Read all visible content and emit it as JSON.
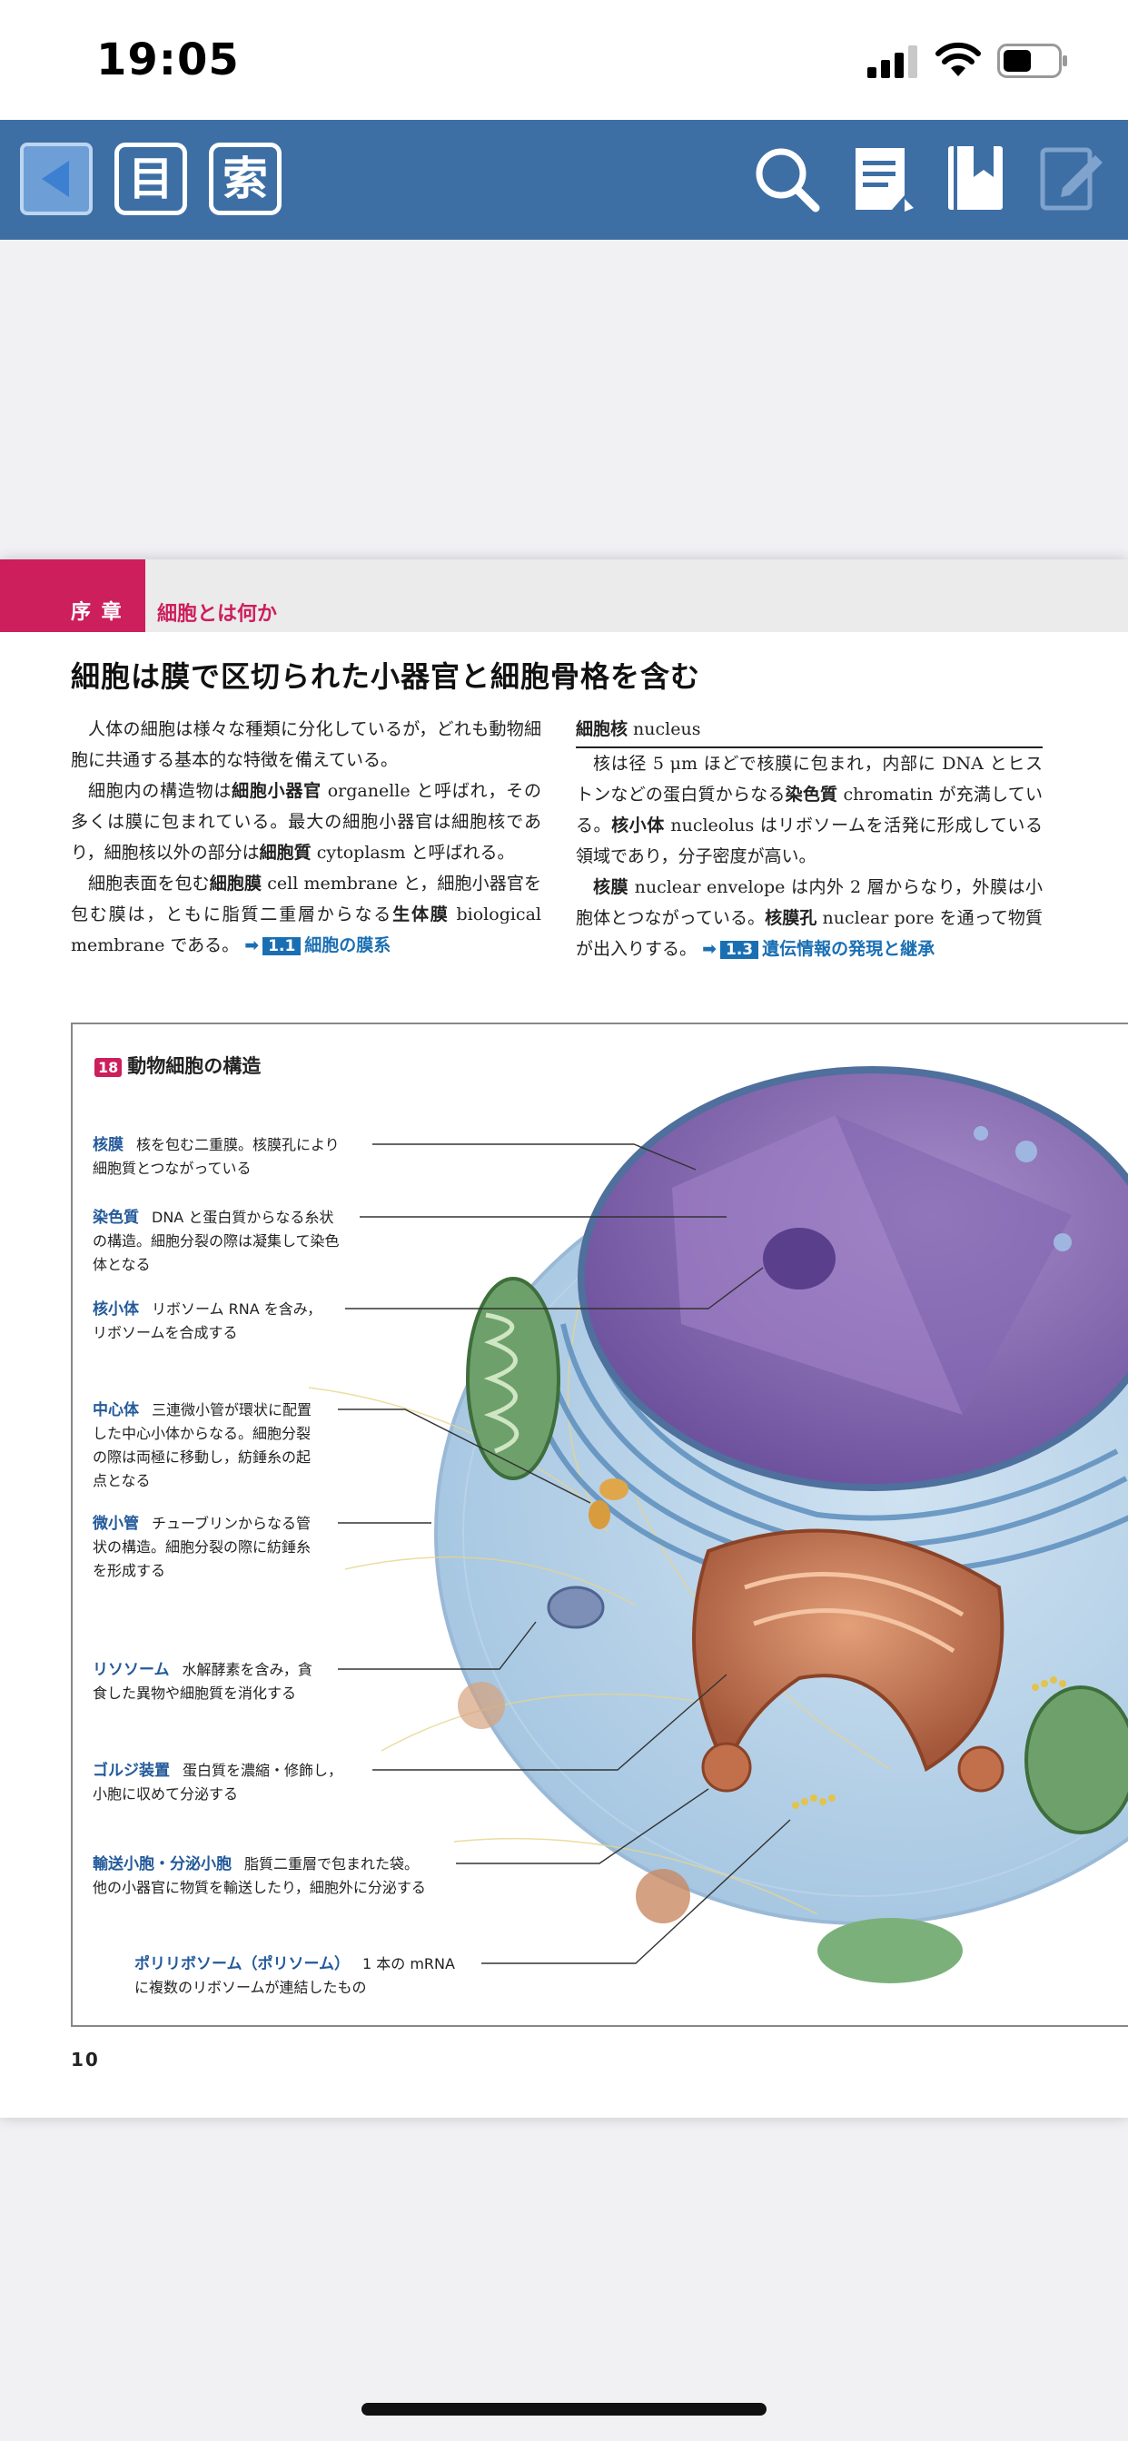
{
  "status_bar": {
    "time": "19:05"
  },
  "toolbar": {
    "back_icon": "back-triangle-icon",
    "toc_label": "目",
    "index_label": "索",
    "icons": [
      "search-icon",
      "memo-icon",
      "bookmark-icon",
      "annotate-icon"
    ]
  },
  "page": {
    "chapter_label": "序 章",
    "chapter_title": "細胞とは何か",
    "heading": "細胞は膜で区切られた小器官と細胞骨格を含む",
    "left_column": {
      "p1": "人体の細胞は様々な種類に分化しているが，どれも動物細胞に共通する基本的な特徴を備えている。",
      "p2_a": "細胞内の構造物は",
      "p2_term": "細胞小器官",
      "p2_b": " organelle と呼ばれ，その多くは膜に包まれている。最大の細胞小器官は細胞核であり，細胞核以外の部分は",
      "p2_term2": "細胞質",
      "p2_c": " cytoplasm と呼ばれる。",
      "p3_a": "細胞表面を包む",
      "p3_term": "細胞膜",
      "p3_b": " cell membrane と，細胞小器官を包む膜は，ともに脂質二重層からなる",
      "p3_term2": "生体膜",
      "p3_c": " biological membrane である。",
      "xref_arrow": "➡",
      "xref_num": "1.1",
      "xref_text": "細胞の膜系"
    },
    "right_column": {
      "subhead": "細胞核",
      "subhead_en": " nucleus",
      "p1_a": "核は径 5 μm ほどで核膜に包まれ，内部に DNA とヒストンなどの蛋白質からなる",
      "p1_term": "染色質",
      "p1_b": " chromatin が充満している。",
      "p1_term2": "核小体",
      "p1_c": " nucleolus はリボソームを活発に形成している領域であり，分子密度が高い。",
      "p2_term": "核膜",
      "p2_a": " nuclear envelope は内外 2 層からなり，外膜は小胞体とつながっている。",
      "p2_term2": "核膜孔",
      "p2_b": " nuclear pore を通って物質が出入りする。",
      "xref_arrow": "➡",
      "xref_num": "1.3",
      "xref_text": "遺伝情報の発現と継承"
    },
    "figure": {
      "number": "18",
      "title": "動物細胞の構造",
      "callouts": [
        {
          "term": "核膜",
          "line1": "核を包む二重膜。核膜孔により",
          "line2": "細胞質とつながっている",
          "line3": ""
        },
        {
          "term": "染色質",
          "line1": "DNA と蛋白質からなる糸状",
          "line2": "の構造。細胞分裂の際は凝集して染色",
          "line3": "体となる"
        },
        {
          "term": "核小体",
          "line1": "リボソーム RNA を含み，",
          "line2": "リボソームを合成する",
          "line3": ""
        },
        {
          "term": "中心体",
          "line1": "三連微小管が環状に配置",
          "line2": "した中心小体からなる。細胞分裂",
          "line3": "の際は両極に移動し，紡錘糸の起",
          "line4": "点となる"
        },
        {
          "term": "微小管",
          "line1": "チューブリンからなる管",
          "line2": "状の構造。細胞分裂の際に紡錘糸",
          "line3": "を形成する"
        },
        {
          "term": "リソソーム",
          "line1": "水解酵素を含み，貪",
          "line2": "食した異物や細胞質を消化する",
          "line3": ""
        },
        {
          "term": "ゴルジ装置",
          "line1": "蛋白質を濃縮・修飾し，",
          "line2": "小胞に収めて分泌する",
          "line3": ""
        },
        {
          "term": "輸送小胞・分泌小胞",
          "line1": "脂質二重層で包まれた袋。",
          "line2": "他の小器官に物質を輸送したり，細胞外に分泌する",
          "line3": ""
        },
        {
          "term": "ポリリボソーム（ポリソーム）",
          "line1": "1 本の mRNA",
          "line2": "に複数のリボソームが連結したもの",
          "line3": ""
        }
      ]
    },
    "page_number": "10"
  },
  "colors": {
    "toolbar": "#3d6fa5",
    "accent": "#cc1f5c",
    "link": "#1a6fb3",
    "term": "#245a9a"
  }
}
